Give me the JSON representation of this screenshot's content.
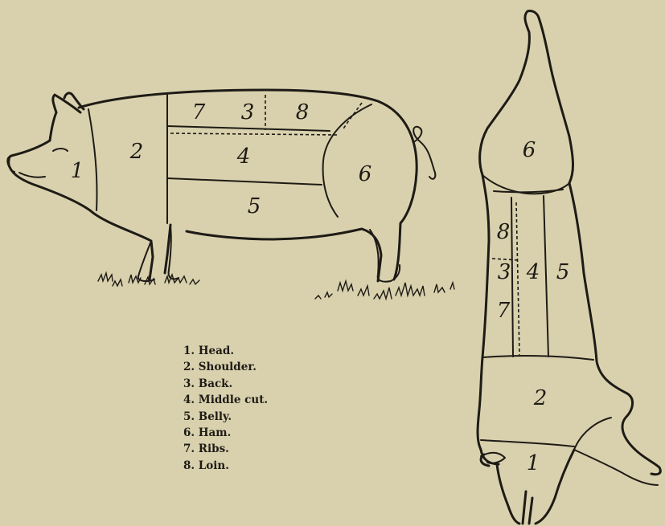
{
  "side_view": {
    "cut_numbers": [
      "1",
      "2",
      "7",
      "3",
      "8",
      "4",
      "5",
      "6"
    ]
  },
  "carcass_view": {
    "cut_numbers": [
      "6",
      "8",
      "3",
      "4",
      "5",
      "7",
      "2",
      "1"
    ]
  },
  "legend": {
    "items": [
      "1. Head.",
      "2. Shoulder.",
      "3. Back.",
      "4. Middle cut.",
      "5. Belly.",
      "6. Ham.",
      "7. Ribs.",
      "8. Loin."
    ]
  },
  "colors": {
    "paper": "#d9d1ad",
    "ink": "#1e1b16"
  }
}
